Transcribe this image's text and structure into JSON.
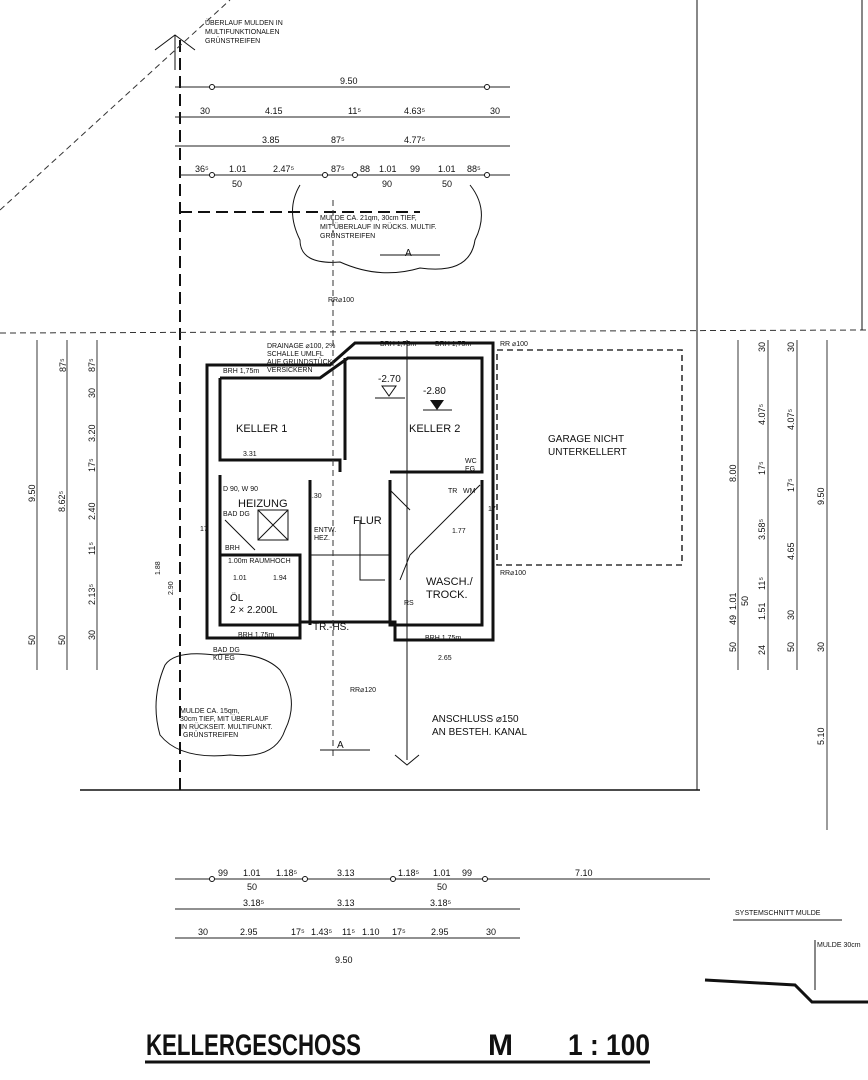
{
  "title": {
    "name": "KELLERGESCHOSS",
    "scale_prefix": "M",
    "scale": "1 : 100"
  },
  "notes": {
    "overflow": [
      "ÜBERLAUF MULDEN IN",
      "MULTIFUNKTIONALEN",
      "GRÜNSTREIFEN"
    ],
    "mulde_top": [
      "MULDE CA. 21qm, 30cm TIEF,",
      "MIT ÜBERLAUF IN RÜCKS. MULTIF.",
      "GRÜNSTREIFEN"
    ],
    "mulde_bottom": [
      "MULDE CA. 15qm,",
      "30cm TIEF, MIT ÜBERLAUF",
      "IN RÜCKSEIT. MULTIFUNKT.",
      "GRÜNSTREIFEN"
    ],
    "drainage": [
      "DRAINAGE ⌀100, 2%",
      "SCHALLE UMLFL",
      "AUF GRUNDSTÜCK",
      "VERSICKERN"
    ],
    "anschluss": [
      "ANSCHLUSS ⌀150",
      "AN BESTEH. KANAL"
    ],
    "garage": [
      "GARAGE NICHT",
      "UNTERKELLERT"
    ],
    "section_title": "SYSTEMSCHNITT MULDE",
    "section_label": "MULDE 30cm",
    "section_marker": "A",
    "rr100_top": "RR⌀100",
    "rr100_right": "RR ⌀100",
    "rr100_lower": "RR⌀100",
    "rr120": "RR⌀120",
    "bad_dg_ku_eg": [
      "BAD DG",
      "KÜ EG"
    ],
    "bad_dg": "BAD DG"
  },
  "rooms": {
    "keller1": "KELLER 1",
    "keller2": "KELLER 2",
    "heizung": "HEIZUNG",
    "heizung_door": "D 90, W 90",
    "flur": "FLUR",
    "wasch": [
      "WASCH./",
      "TROCK."
    ],
    "trhs": "TR.-HS.",
    "oel": [
      "ÖL",
      "2 × 2.200L"
    ],
    "level_1": "-2.70",
    "level_2": "-2.80",
    "entw": [
      "ENTW.",
      "HEZ."
    ],
    "wc_eg": [
      "WC",
      "EG"
    ],
    "tr": "TR",
    "wm": "WM",
    "rs": "RS",
    "brh": "BRH",
    "brh_175": "BRH 1,75m",
    "raumhoch": "1.00m RAUMHOCH",
    "dim_331": "3.31",
    "dim_177": "1.77",
    "dim_265": "2.65",
    "dim_101": "1.01",
    "dim_194": "1.94",
    "dim_130": "1.30",
    "dim_17": "17"
  },
  "dims": {
    "top": [
      "9.50",
      "30",
      "4.15",
      "11⁵",
      "4.63⁵",
      "30",
      "3.85",
      "87⁵",
      "4.77⁵",
      "36⁵",
      "1.01",
      "50",
      "2.47⁵",
      "87⁵",
      "88",
      "1.01",
      "90",
      "99",
      "1.01",
      "50",
      "88⁵"
    ],
    "left": [
      "87⁵",
      "87⁵",
      "30",
      "3.20",
      "17⁵",
      "2.40",
      "11⁵",
      "2.13⁵",
      "30",
      "9.50",
      "8.62⁵",
      "50",
      "50",
      "1.88",
      "2.90"
    ],
    "right": [
      "30",
      "30",
      "4.07⁵",
      "4.07⁵",
      "8.00",
      "17⁵",
      "17⁵",
      "9.50",
      "3.58⁵",
      "4.65",
      "11⁵",
      "1.01",
      "50",
      "1.51",
      "49",
      "30",
      "50",
      "24",
      "50",
      "30",
      "5.10"
    ],
    "bottom": [
      "99",
      "1.01",
      "50",
      "1.18⁵",
      "3.13",
      "1.18⁵",
      "1.01",
      "50",
      "99",
      "7.10",
      "3.18⁵",
      "3.13",
      "3.18⁵",
      "30",
      "2.95",
      "17⁵",
      "1.43⁵",
      "11⁵",
      "1.10",
      "17⁵",
      "2.95",
      "30",
      "9.50"
    ]
  }
}
